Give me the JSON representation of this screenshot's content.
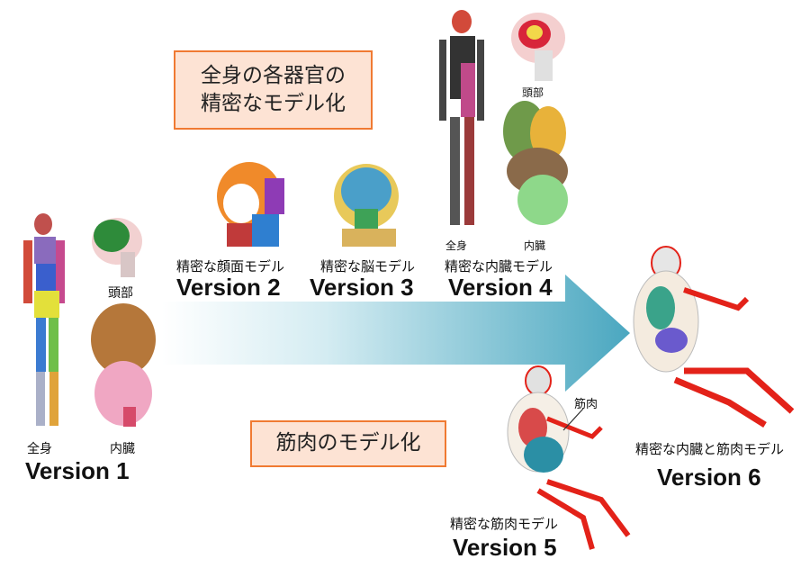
{
  "boxes": {
    "organs_line1": "全身の各器官の",
    "organs_line2": "精密なモデル化",
    "muscle": "筋肉のモデル化"
  },
  "v1": {
    "label": "Version 1",
    "whole_body": "全身",
    "head": "頭部",
    "organs": "内臓"
  },
  "v2": {
    "caption": "精密な顔面モデル",
    "label": "Version 2"
  },
  "v3": {
    "caption": "精密な脳モデル",
    "label": "Version 3"
  },
  "v4": {
    "whole_body": "全身",
    "organs": "内臓",
    "head": "頭部",
    "caption": "精密な内臓モデル",
    "label": "Version 4"
  },
  "v5": {
    "muscle": "筋肉",
    "caption": "精密な筋肉モデル",
    "label": "Version 5"
  },
  "v6": {
    "caption": "精密な内臓と筋肉モデル",
    "label": "Version 6"
  },
  "colors": {
    "arrow_start": "#ffffff",
    "arrow_end": "#4aa7c0",
    "box_fill": "#fde3d4",
    "box_border": "#f07a32",
    "muscle_red": "#e32219"
  }
}
